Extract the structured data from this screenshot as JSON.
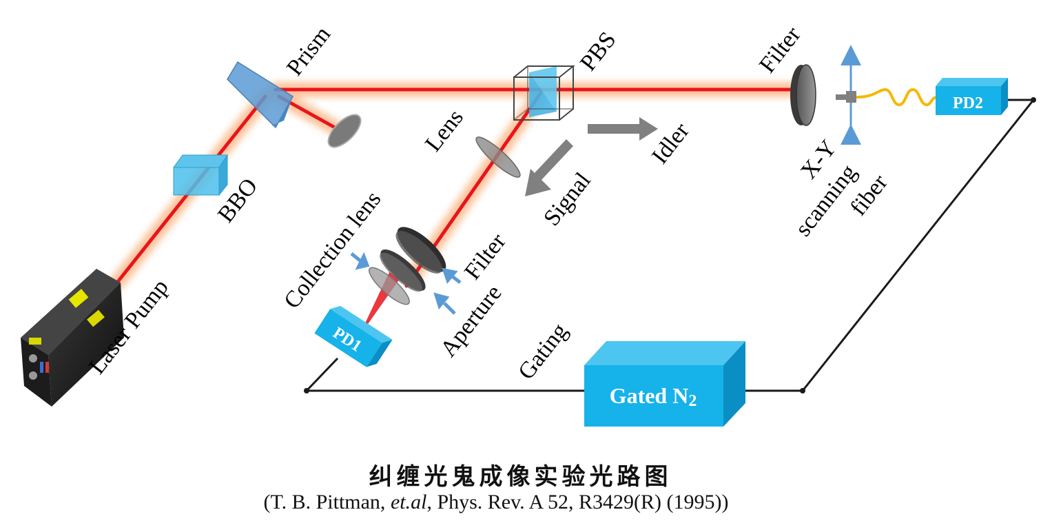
{
  "diagram": {
    "title": "纠缠光鬼成像实验光路图",
    "reference": {
      "prefix": "(T. B. Pittman, ",
      "etal": "et.al",
      "suffix": ", Phys. Rev. A 52, R3429(R) (1995))"
    },
    "labels": {
      "laser_pump": "Laser Pump",
      "bbo": "BBO",
      "prism": "Prism",
      "pbs": "PBS",
      "filter_idler": "Filter",
      "lens": "Lens",
      "idler": "Idler",
      "signal": "Signal",
      "xy_line1": "X-Y",
      "xy_line2": "scanning",
      "xy_line3": "fiber",
      "collection_lens": "Collection lens",
      "filter_signal": "Filter",
      "aperture": "Aperture",
      "gating": "Gating"
    },
    "boxes": {
      "pd1": "PD1",
      "pd2": "PD2",
      "gated_main": "Gated N",
      "gated_sub": "2"
    },
    "colors": {
      "beam_core": "#e8141c",
      "beam_glow": "#fbb98a",
      "detector_blue": "#16b2ea",
      "detector_top": "#4cc6f0",
      "detector_side": "#0a8fc4",
      "optic_blue": "#5b9bd5",
      "arrow_gray": "#808080",
      "fiber_yellow": "#f5b800",
      "wire": "#1a1a1a"
    }
  }
}
